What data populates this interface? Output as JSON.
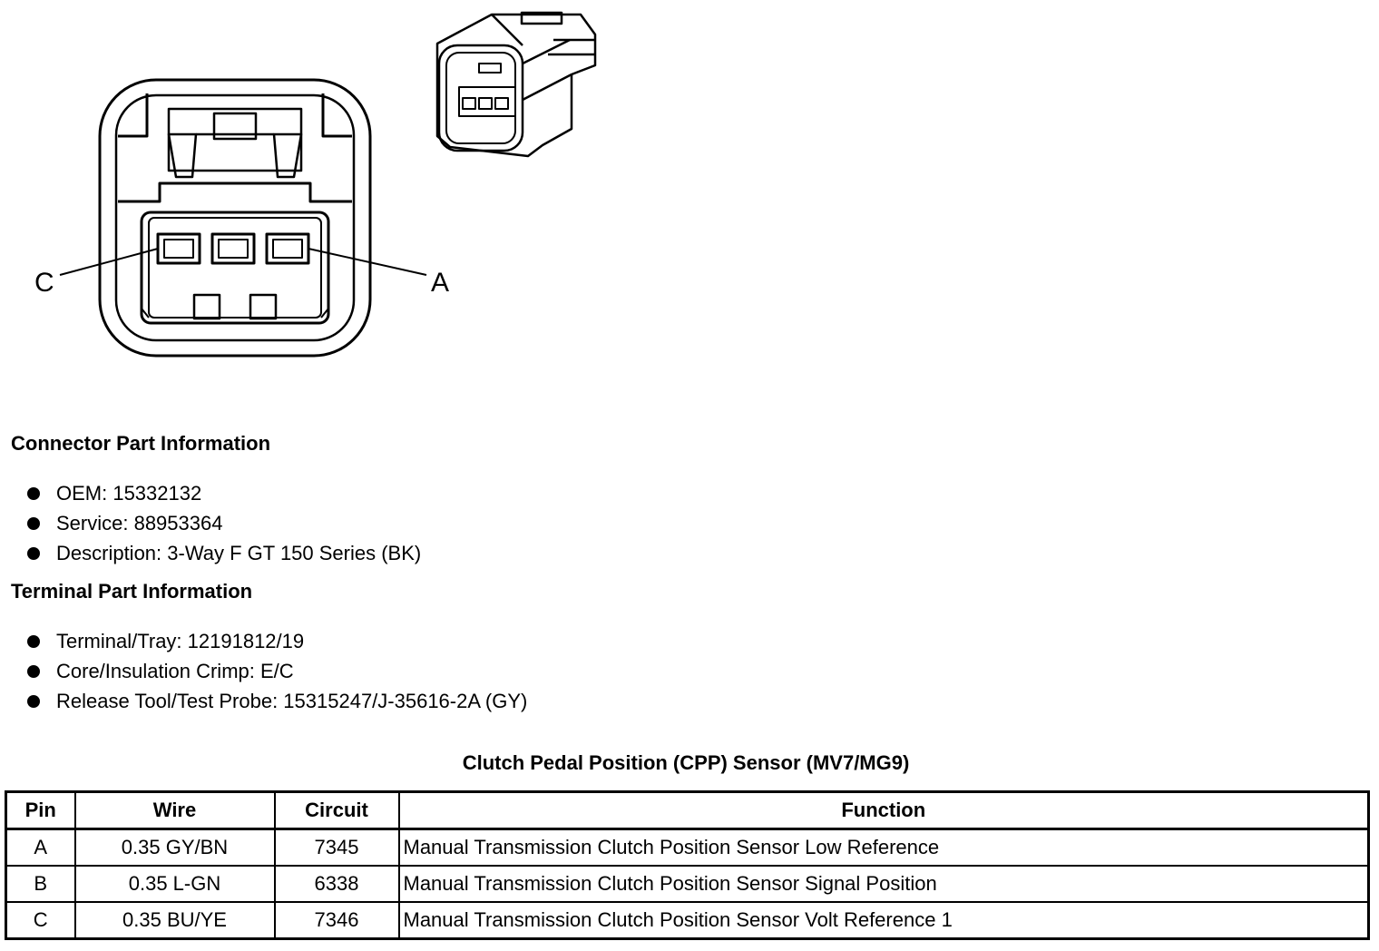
{
  "connector_view": {
    "pin_label_left": "C",
    "pin_label_right": "A"
  },
  "connector_part_info": {
    "title": "Connector Part Information",
    "items": [
      "OEM: 15332132",
      "Service: 88953364",
      "Description: 3-Way F GT 150 Series (BK)"
    ]
  },
  "terminal_part_info": {
    "title": "Terminal Part Information",
    "items": [
      "Terminal/Tray: 12191812/19",
      "Core/Insulation Crimp: E/C",
      "Release Tool/Test Probe: 15315247/J-35616-2A (GY)"
    ]
  },
  "pin_table": {
    "title": "Clutch Pedal Position (CPP) Sensor (MV7/MG9)",
    "headers": [
      "Pin",
      "Wire",
      "Circuit",
      "Function"
    ],
    "rows": [
      [
        "A",
        "0.35 GY/BN",
        "7345",
        "Manual Transmission Clutch Position Sensor Low Reference"
      ],
      [
        "B",
        "0.35 L-GN",
        "6338",
        "Manual Transmission Clutch Position Sensor Signal Position"
      ],
      [
        "C",
        "0.35 BU/YE",
        "7346",
        "Manual Transmission Clutch Position Sensor Volt Reference 1"
      ]
    ]
  }
}
